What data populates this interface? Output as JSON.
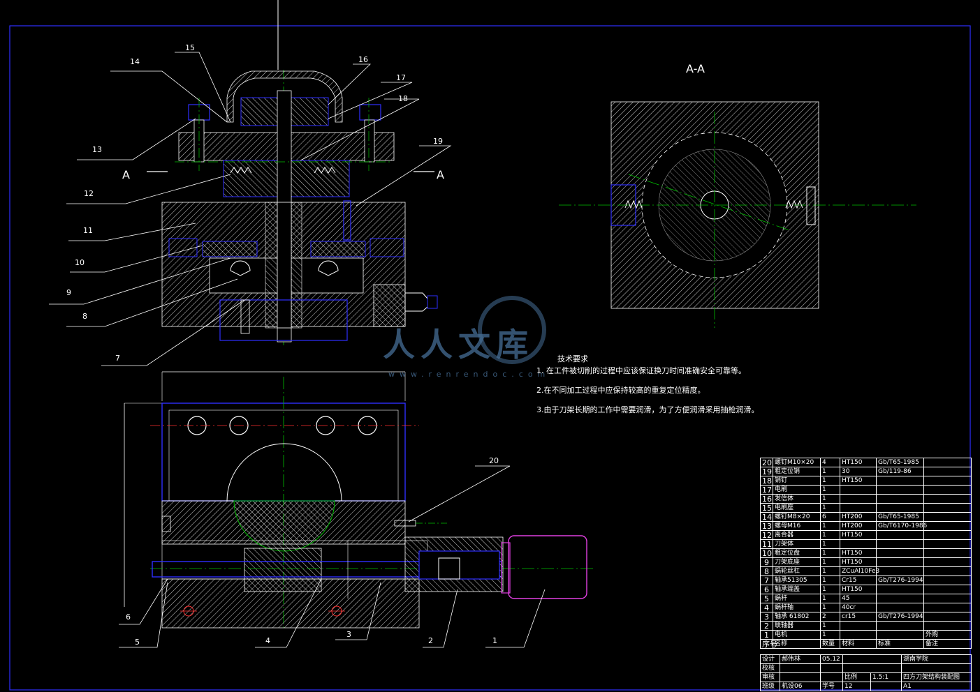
{
  "section_title": "A-A",
  "section_marks": {
    "left": "A",
    "right": "A"
  },
  "callouts": [
    "1",
    "2",
    "3",
    "4",
    "5",
    "6",
    "7",
    "8",
    "9",
    "10",
    "11",
    "12",
    "13",
    "14",
    "15",
    "16",
    "17",
    "18",
    "19",
    "20"
  ],
  "tech_requirements": {
    "title": "技术要求",
    "items": [
      "1. 在工件被切削的过程中应该保证换刀时间准确安全可靠等。",
      "2.在不同加工过程中应保持较高的重复定位精度。",
      "3.由于刀架长期的工作中需要润滑，为了方便润滑采用抽枪润滑。"
    ]
  },
  "watermark": {
    "title": "人人文库",
    "url": "www.renrendoc.com"
  },
  "bom": [
    {
      "no": "20",
      "name": "螺钉M10×20",
      "qty": "4",
      "material": "HT150",
      "standard": "Gb/T65-1985",
      "note": ""
    },
    {
      "no": "19",
      "name": "粗定位销",
      "qty": "1",
      "material": "30",
      "standard": "Gb/119-86",
      "note": ""
    },
    {
      "no": "18",
      "name": "销钉",
      "qty": "1",
      "material": "HT150",
      "standard": "",
      "note": ""
    },
    {
      "no": "17",
      "name": "电刷",
      "qty": "1",
      "material": "",
      "standard": "",
      "note": ""
    },
    {
      "no": "16",
      "name": "发信体",
      "qty": "1",
      "material": "",
      "standard": "",
      "note": ""
    },
    {
      "no": "15",
      "name": "电刷座",
      "qty": "1",
      "material": "",
      "standard": "",
      "note": ""
    },
    {
      "no": "14",
      "name": "螺钉M8×20",
      "qty": "6",
      "material": "HT200",
      "standard": "Gb/T65-1985",
      "note": ""
    },
    {
      "no": "13",
      "name": "螺母M16",
      "qty": "1",
      "material": "HT200",
      "standard": "Gb/T6170-1986",
      "note": ""
    },
    {
      "no": "12",
      "name": "离合器",
      "qty": "1",
      "material": "HT150",
      "standard": "",
      "note": ""
    },
    {
      "no": "11",
      "name": "刀架体",
      "qty": "1",
      "material": "",
      "standard": "",
      "note": ""
    },
    {
      "no": "10",
      "name": "粗定位盘",
      "qty": "1",
      "material": "HT150",
      "standard": "",
      "note": ""
    },
    {
      "no": "9",
      "name": "刀架底座",
      "qty": "1",
      "material": "HT150",
      "standard": "",
      "note": ""
    },
    {
      "no": "8",
      "name": "蜗轮丝杠",
      "qty": "1",
      "material": "ZCuAl10Fe3",
      "standard": "",
      "note": ""
    },
    {
      "no": "7",
      "name": "轴承51305",
      "qty": "1",
      "material": "Cr15",
      "standard": "Gb/T276-1994",
      "note": ""
    },
    {
      "no": "6",
      "name": "轴承端盖",
      "qty": "1",
      "material": "HT150",
      "standard": "",
      "note": ""
    },
    {
      "no": "5",
      "name": "蜗杆",
      "qty": "1",
      "material": "45",
      "standard": "",
      "note": ""
    },
    {
      "no": "4",
      "name": "蜗杆轴",
      "qty": "1",
      "material": "40cr",
      "standard": "",
      "note": ""
    },
    {
      "no": "3",
      "name": "轴承 61802",
      "qty": "2",
      "material": "cr15",
      "standard": "Gb/T276-1994",
      "note": ""
    },
    {
      "no": "2",
      "name": "联轴器",
      "qty": "1",
      "material": "",
      "standard": "",
      "note": ""
    },
    {
      "no": "1",
      "name": "电机",
      "qty": "1",
      "material": "",
      "standard": "",
      "note": "外购"
    }
  ],
  "bom_header": {
    "no": "序号",
    "name": "名称",
    "qty": "数量",
    "material": "材料",
    "standard": "标准",
    "note": "备注"
  },
  "title_block": {
    "design_label": "设计",
    "designer": "郝伟林",
    "date": "05.12",
    "school": "湖南学院",
    "check_label": "校核",
    "review_label": "审核",
    "scale_label": "比例",
    "scale": "1.5:1",
    "drawing_title": "四方刀架结构装配图",
    "class_label": "班级",
    "class_value": "机设06",
    "no_label": "学号",
    "no_value": "12",
    "size": "A1"
  }
}
